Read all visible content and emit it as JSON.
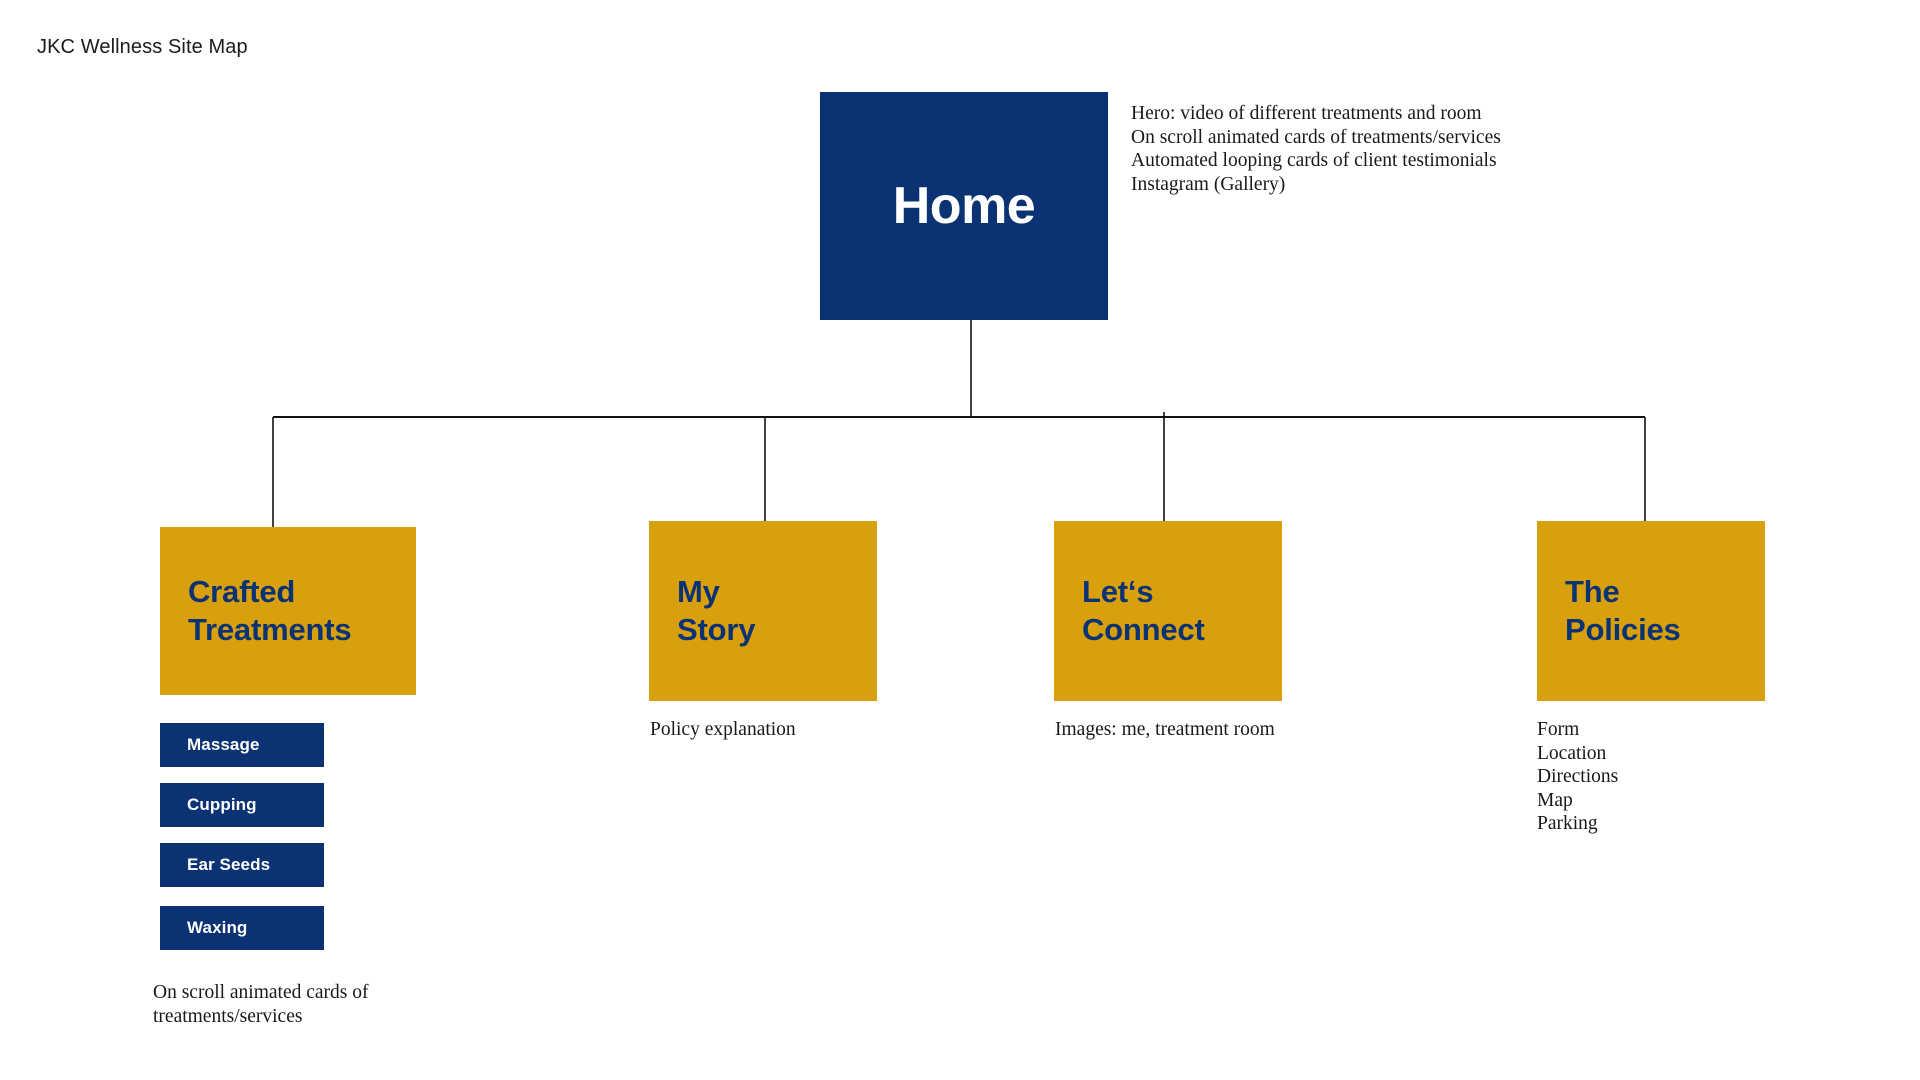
{
  "page": {
    "title": "JKC Wellness Site Map",
    "background": "#ffffff"
  },
  "colors": {
    "navy": "#0b3272",
    "gold": "#d9a00e",
    "connector": "#111111",
    "text_dark": "#191919",
    "text_light": "#ffffff"
  },
  "diagram": {
    "type": "site-map-tree",
    "root": {
      "label": "Home",
      "box_color": "#0b3272",
      "text_color": "#ffffff",
      "note": "Hero: video of different treatments and room\nOn scroll animated cards of treatments/services\nAutomated looping cards of client testimonials\nInstagram (Gallery)",
      "note_lines": [
        "Hero: video of different treatments and room",
        "On scroll animated cards of treatments/services",
        "Automated looping cards of client testimonials",
        "Instagram (Gallery)"
      ]
    },
    "sections": [
      {
        "id": "crafted-treatments",
        "label": "Crafted\nTreatments",
        "label_lines": [
          "Crafted",
          "Treatments"
        ],
        "box_color": "#d9a00e",
        "text_color": "#0b3272",
        "children": [
          {
            "label": "Massage"
          },
          {
            "label": "Cupping"
          },
          {
            "label": "Ear Seeds"
          },
          {
            "label": "Waxing"
          }
        ],
        "note": "On scroll animated cards of\ntreatments/services",
        "note_lines": [
          "On scroll animated cards of",
          "treatments/services"
        ]
      },
      {
        "id": "my-story",
        "label": "My\nStory",
        "label_lines": [
          "My",
          "Story"
        ],
        "box_color": "#d9a00e",
        "text_color": "#0b3272",
        "children": [],
        "note": "Policy explanation",
        "note_lines": [
          "Policy explanation"
        ]
      },
      {
        "id": "lets-connect",
        "label": "Let‘s\nConnect",
        "label_lines": [
          "Let‘s",
          "Connect"
        ],
        "box_color": "#d9a00e",
        "text_color": "#0b3272",
        "children": [],
        "note": "Images: me, treatment room",
        "note_lines": [
          "Images: me, treatment room"
        ]
      },
      {
        "id": "the-policies",
        "label": "The\nPolicies",
        "label_lines": [
          "The",
          "Policies"
        ],
        "box_color": "#d9a00e",
        "text_color": "#0b3272",
        "children": [],
        "note": "Form\nLocation\nDirections\nMap\nParking",
        "note_lines": [
          "Form",
          "Location",
          "Directions",
          "Map",
          "Parking"
        ]
      }
    ]
  }
}
